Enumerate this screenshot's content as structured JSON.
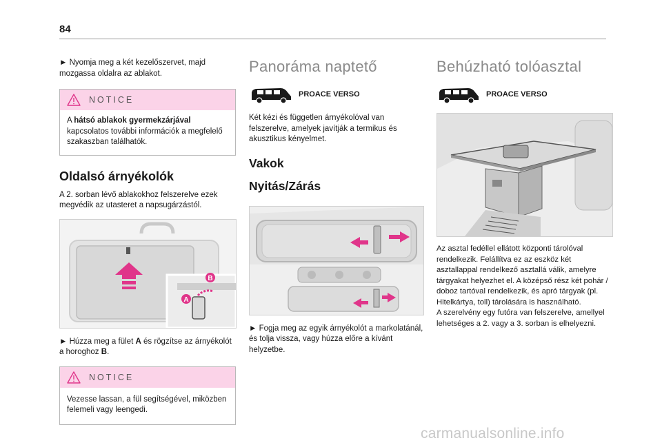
{
  "page": {
    "number": "84"
  },
  "col1": {
    "intro": "► Nyomja meg a két kezelőszervet, majd mozgassa oldalra az ablakot.",
    "notice1": {
      "label": "NOTICE",
      "pre": "A ",
      "bold": "hátsó ablakok gyermekzárjával",
      "post": " kapcsolatos további információk a megfelelő szakaszban találhatók."
    },
    "heading": "Oldalsó árnyékolók",
    "desc": "A 2. sorban lévő ablakokhoz felszerelve ezek megvédik az utasteret a napsugárzástól.",
    "figure": {
      "marker_a": "A",
      "marker_b": "B"
    },
    "instr": {
      "p1": "► Húzza meg a fület ",
      "a": "A",
      "p2": " és rögzítse az árnyékolót a horoghoz ",
      "b": "B",
      "p3": "."
    },
    "notice2": {
      "label": "NOTICE",
      "body": "Vezesse lassan, a fül segítségével, miközben felemeli vagy leengedi."
    }
  },
  "col2": {
    "heading": "Panoráma naptető",
    "vehicle_label": "PROACE VERSO",
    "desc": "Két kézi és független árnyékolóval van felszerelve, amelyek javítják a termikus és akusztikus kényelmet.",
    "sub1": "Vakok",
    "sub2": "Nyitás/Zárás",
    "instr": "► Fogja meg az egyik árnyékolót a markolatánál, és tolja vissza, vagy húzza előre a kívánt helyzetbe."
  },
  "col3": {
    "heading": "Behúzható tolóasztal",
    "vehicle_label": "PROACE VERSO",
    "desc1": "Az asztal fedéllel ellátott központi tárolóval rendelkezik. Felállítva ez az eszköz két asztallappal rendelkező asztallá válik, amelyre tárgyakat helyezhet el. A középső rész két pohár / doboz tartóval rendelkezik, és apró tárgyak (pl. Hitelkártya, toll) tárolására is használható.",
    "desc2": "A szerelvény egy futóra van felszerelve, amellyel lehetséges a 2. vagy a 3. sorban is elhelyezni."
  },
  "watermark": "carmanualsonline.info",
  "colors": {
    "notice_bg": "#fbd3e8",
    "accent": "#e0358a",
    "heading_gray": "#8a8a8a"
  }
}
